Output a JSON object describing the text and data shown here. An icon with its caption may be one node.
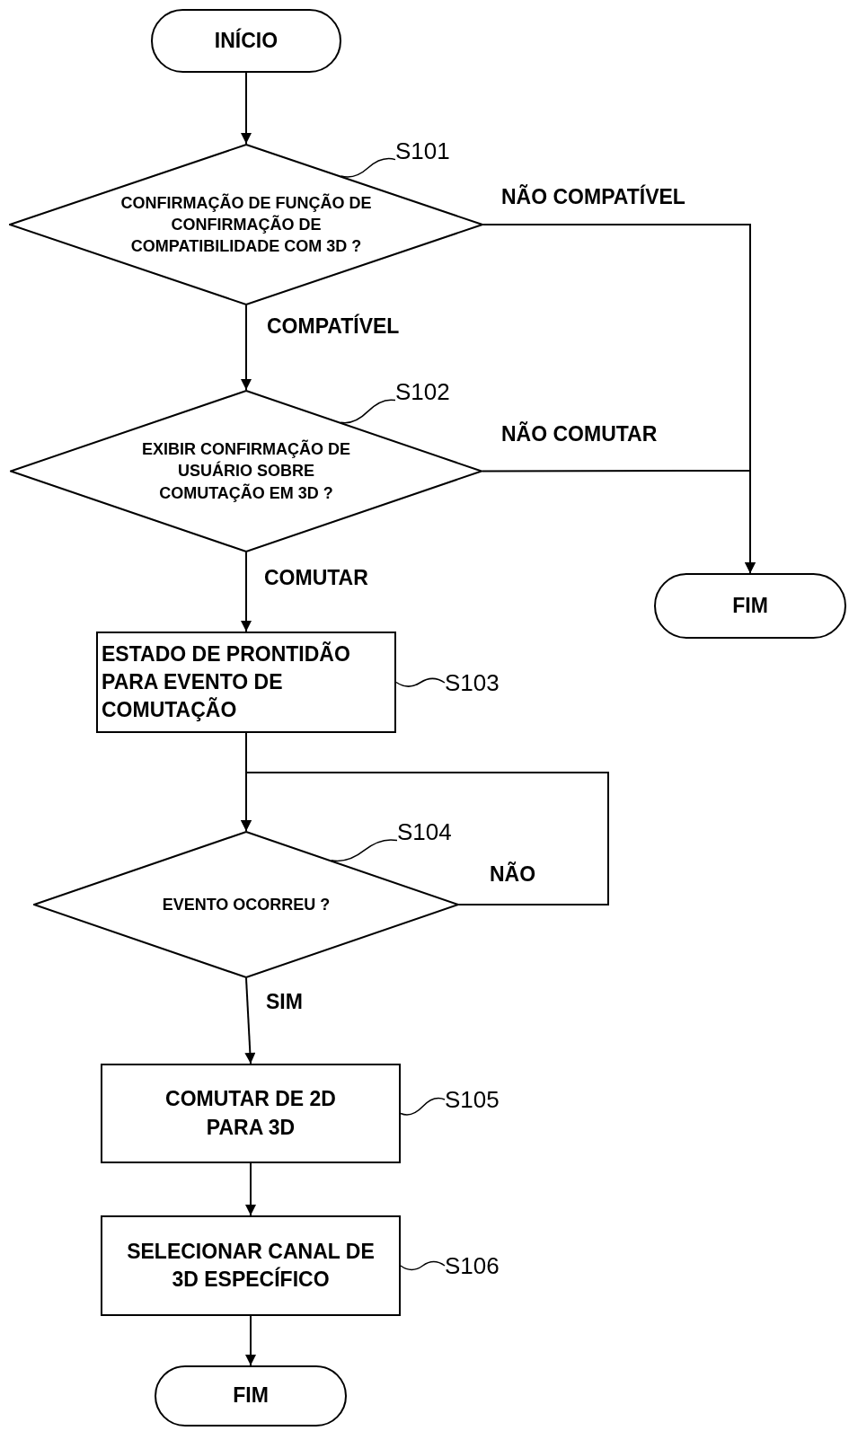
{
  "diagram": {
    "nodes": [
      {
        "text": [
          "INÍCIO"
        ]
      },
      {
        "text": [
          "CONFIRMAÇÃO DE FUNÇÃO DE CONFIRMAÇÃO DE COMPATIBILIDADE COM 3D ?"
        ]
      },
      {
        "text": [
          "EXIBIR CONFIRMAÇÃO DE USUÁRIO SOBRE COMUTAÇÃO EM 3D ?"
        ]
      },
      {
        "text": [
          "FIM"
        ]
      },
      {
        "text": [
          "ESTADO DE PRONTIDÃO PARA EVENTO DE COMUTAÇÃO"
        ]
      },
      {
        "text": [
          "EVENTO OCORREU ?"
        ]
      },
      {
        "text": [
          "COMUTAR DE 2D PARA 3D"
        ]
      },
      {
        "text": [
          "SELECIONAR CANAL DE 3D ESPECÍFICO"
        ]
      },
      {
        "text": [
          "FIM"
        ]
      },
      {
        "text": [
          "S101"
        ]
      },
      {
        "text": [
          "S102"
        ]
      },
      {
        "text": [
          "S103"
        ]
      },
      {
        "text": [
          "S104"
        ]
      },
      {
        "text": [
          "S105"
        ]
      },
      {
        "text": [
          "S106"
        ]
      }
    ],
    "edges": [
      {
        "from": 0,
        "to": 1,
        "arrow": "to"
      },
      {
        "from": 1,
        "to": 3,
        "arrow": "to",
        "label": "NÃO COMPATÍVEL"
      },
      {
        "from": 1,
        "to": 2,
        "arrow": "to",
        "label": "COMPATÍVEL"
      },
      {
        "from": 2,
        "to": 3,
        "arrow": "to",
        "label": "NÃO COMUTAR"
      },
      {
        "from": 2,
        "to": 4,
        "arrow": "to",
        "label": "COMUTAR"
      },
      {
        "from": 4,
        "to": 5,
        "arrow": "to"
      },
      {
        "from": 5,
        "to": 5,
        "arrow": "to",
        "label": "NÃO"
      },
      {
        "from": 5,
        "to": 6,
        "arrow": "to",
        "label": "SIM"
      },
      {
        "from": 6,
        "to": 7,
        "arrow": "to"
      },
      {
        "from": 7,
        "to": 8,
        "arrow": "to"
      },
      {
        "from": 9,
        "to": 1,
        "arrow": "none"
      },
      {
        "from": 10,
        "to": 2,
        "arrow": "none"
      },
      {
        "from": 11,
        "to": 4,
        "arrow": "none"
      },
      {
        "from": 12,
        "to": 5,
        "arrow": "none"
      },
      {
        "from": 13,
        "to": 6,
        "arrow": "none"
      },
      {
        "from": 14,
        "to": 7,
        "arrow": "none"
      }
    ]
  }
}
